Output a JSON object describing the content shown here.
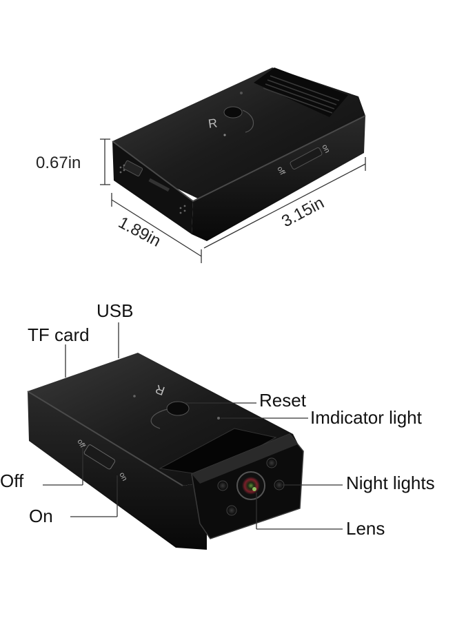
{
  "top_view": {
    "device_labels": {
      "reset_mark": "R",
      "switch_on": "on",
      "switch_off": "off"
    },
    "dimensions": {
      "height": "0.67in",
      "width": "1.89in",
      "length": "3.15in"
    }
  },
  "bottom_view": {
    "device_labels": {
      "reset_mark": "R",
      "switch_on": "on",
      "switch_off": "off"
    },
    "callouts": {
      "usb": "USB",
      "tf_card": "TF card",
      "reset": "Reset",
      "indicator_light": "Imdicator light",
      "off": "Off",
      "on": "On",
      "night_lights": "Night lights",
      "lens": "Lens"
    }
  },
  "colors": {
    "body": "#141414",
    "edge": "#2e2e2e",
    "highlight": "#4a4a4a",
    "lens_accent": "#7a1f2a"
  }
}
